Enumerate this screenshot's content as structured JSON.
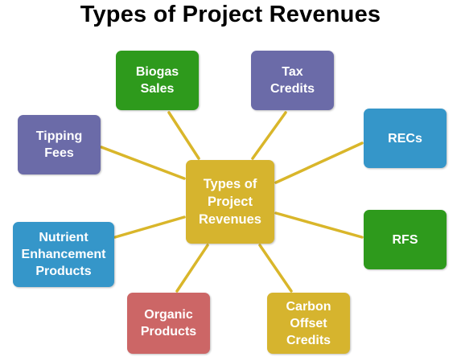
{
  "title": "Types of Project Revenues",
  "colors": {
    "connector": "#d9b62a",
    "center": "#d6b42e",
    "green": "#2e9a1c",
    "purple": "#6b6ba8",
    "blue": "#3596c9",
    "red": "#cc6666",
    "yellow": "#d6b42e"
  },
  "center_node": {
    "label": "Types of\nProject\nRevenues",
    "color": "center"
  },
  "nodes": [
    {
      "id": "biogas-sales",
      "label": "Biogas\nSales",
      "color": "green"
    },
    {
      "id": "tax-credits",
      "label": "Tax\nCredits",
      "color": "purple"
    },
    {
      "id": "tipping-fees",
      "label": "Tipping\nFees",
      "color": "purple"
    },
    {
      "id": "recs",
      "label": "RECs",
      "color": "blue"
    },
    {
      "id": "rfs",
      "label": "RFS",
      "color": "green"
    },
    {
      "id": "nutrient-enhancement-products",
      "label": "Nutrient\nEnhancement\nProducts",
      "color": "blue"
    },
    {
      "id": "organic-products",
      "label": "Organic\nProducts",
      "color": "red"
    },
    {
      "id": "carbon-offset-credits",
      "label": "Carbon\nOffset\nCredits",
      "color": "yellow"
    }
  ]
}
